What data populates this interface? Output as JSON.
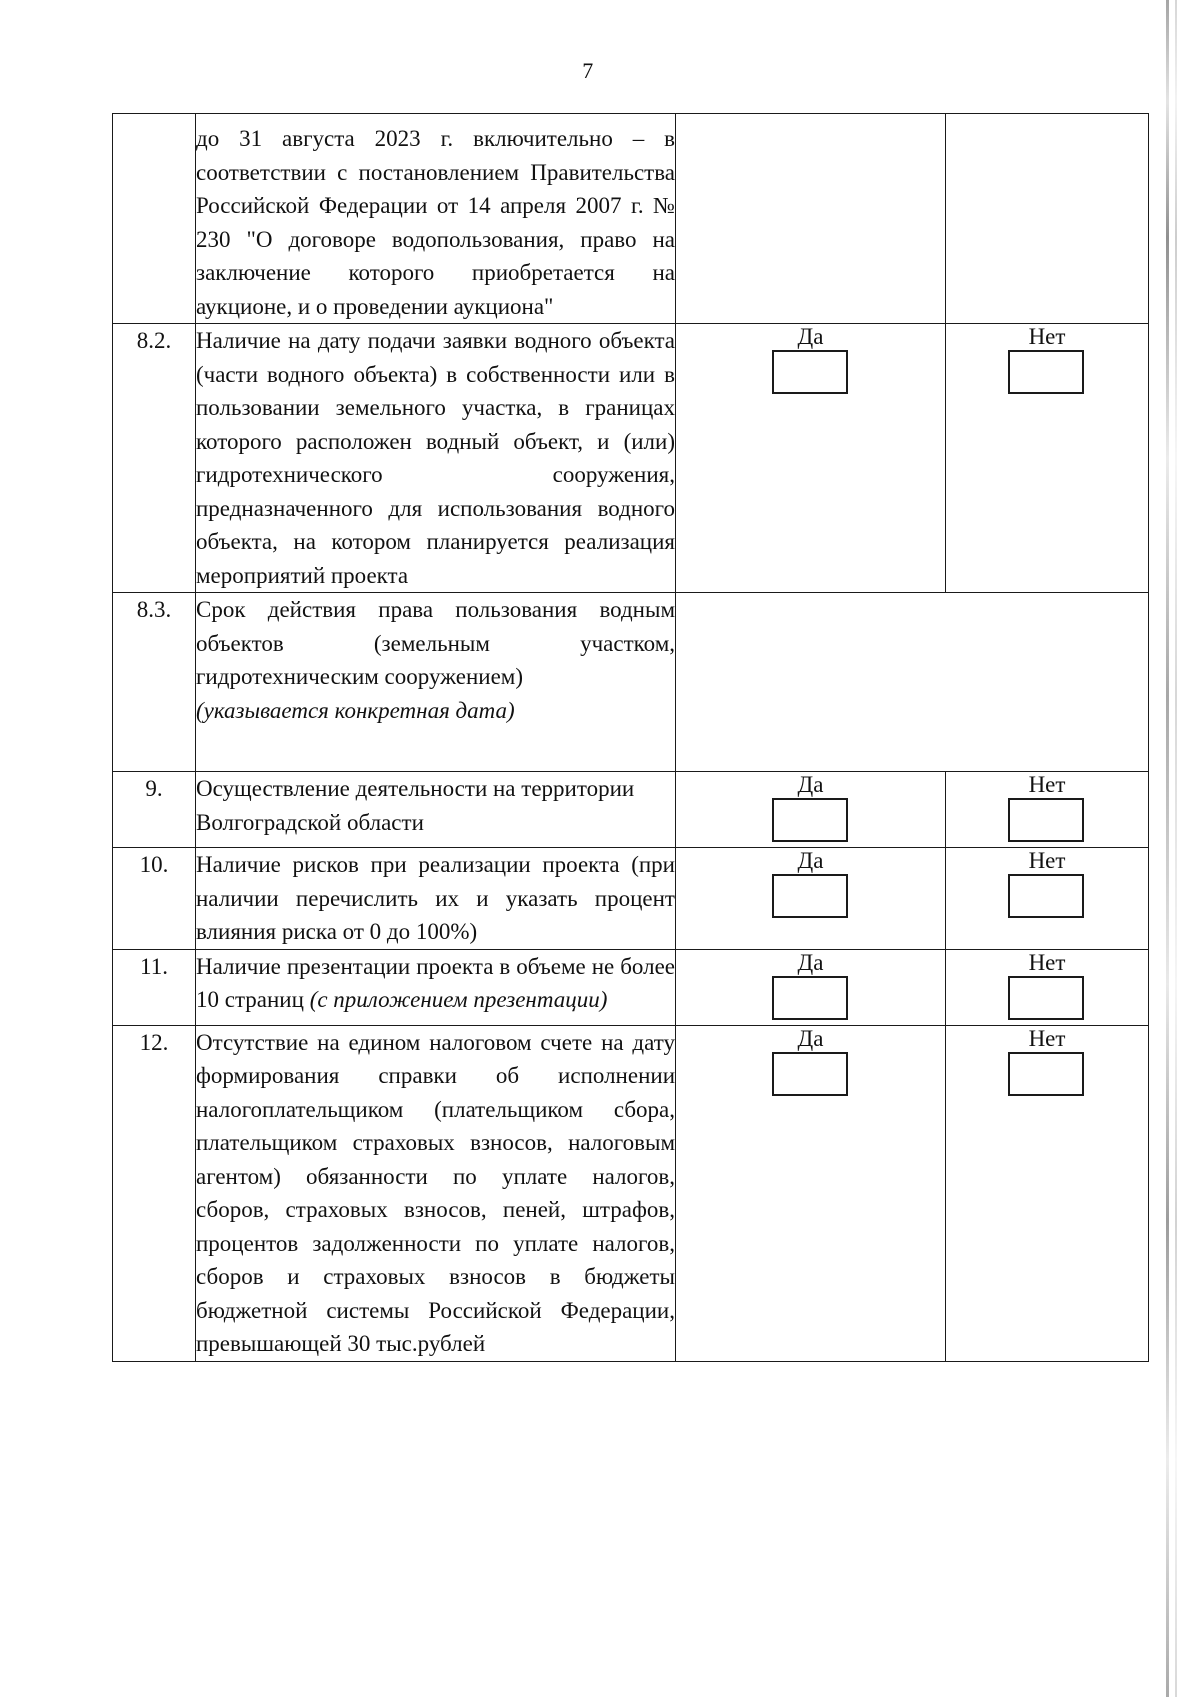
{
  "page": {
    "number": "7"
  },
  "table": {
    "choice_yes": "Да",
    "choice_no": "Нет",
    "rows": [
      {
        "num": "",
        "text": "до 31 августа 2023 г. включительно – в соответствии с постановлением Правительства Российской Федерации от 14 апреля 2007 г. № 230 \"О договоре водопользования, право на заключение которого приобретается на аукционе, и о проведении аукциона\"",
        "has_choices": false
      },
      {
        "num": "8.2.",
        "text": "Наличие на дату подачи заявки водного объекта (части водного объекта) в собственности или в пользовании земельного участка, в границах которого расположен водный объект, и (или) гидротехнического сооружения, предназначенного для использования водного объекта, на котором планируется реализация мероприятий проекта",
        "has_choices": true
      },
      {
        "num": "8.3.",
        "text": "Срок действия права пользования водным объектов (земельным участком, гидротехническим сооружением)",
        "text_italic": "(указывается конкретная дата)",
        "has_choices": false,
        "merged": true
      },
      {
        "num": "9.",
        "text": "Осуществление деятельности на территории Волгоградской области",
        "has_choices": true
      },
      {
        "num": "10.",
        "text": "Наличие рисков при реализации проекта (при наличии перечислить их и указать процент влияния риска от 0 до 100%)",
        "has_choices": true
      },
      {
        "num": "11.",
        "text": "Наличие презентации проекта в объеме не более 10 страниц ",
        "text_italic": "(с приложением презентации)",
        "has_choices": true
      },
      {
        "num": "12.",
        "text": "Отсутствие на едином налоговом счете на дату формирования справки об исполнении налогоплательщиком (плательщиком сбора, плательщиком страховых взносов, налоговым агентом) обязанности по уплате налогов, сборов, страховых взносов, пеней, штрафов, процентов задолженности по уплате налогов, сборов и страховых взносов в бюджеты бюджетной системы Российской Федерации, превышающей 30 тыс.рублей",
        "has_choices": true
      }
    ]
  }
}
